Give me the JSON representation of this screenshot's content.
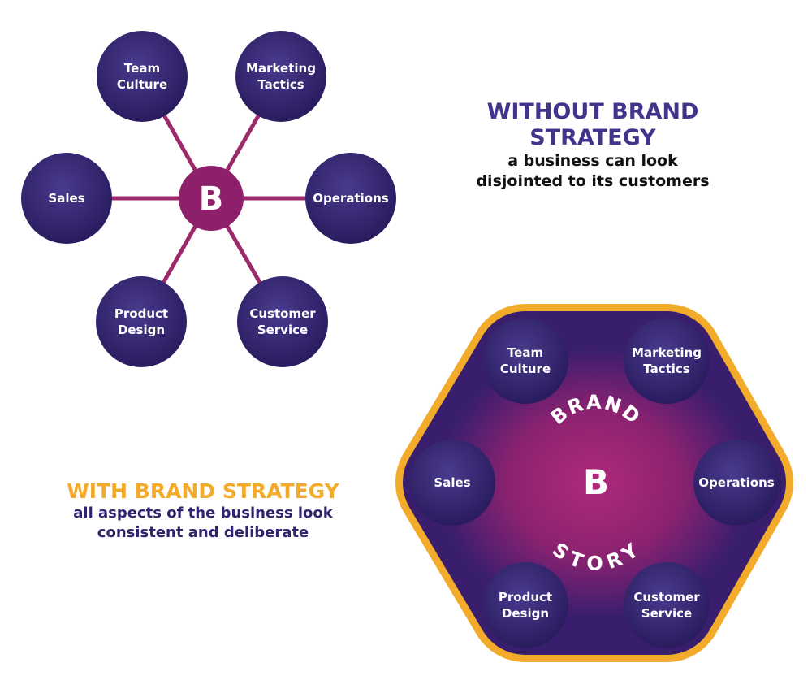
{
  "colors": {
    "node_fill": "#2e1f66",
    "node_highlight": "#5b4a9c",
    "connector": "#9b2a6d",
    "hub": "#8e1f6a",
    "frame_border": "#f3ab2c",
    "frame_inner": "#b02a7a",
    "frame_outer": "#3a1e6e",
    "title_without": "#43338a",
    "title_with": "#f3ab2c"
  },
  "hub_letter": "B",
  "without_diagram": {
    "nodes": [
      {
        "id": "team-culture",
        "lines": [
          "Team",
          "Culture"
        ]
      },
      {
        "id": "marketing-tactics",
        "lines": [
          "Marketing",
          "Tactics"
        ]
      },
      {
        "id": "sales",
        "lines": [
          "Sales"
        ]
      },
      {
        "id": "operations",
        "lines": [
          "Operations"
        ]
      },
      {
        "id": "product-design",
        "lines": [
          "Product",
          "Design"
        ]
      },
      {
        "id": "customer-service",
        "lines": [
          "Customer",
          "Service"
        ]
      }
    ]
  },
  "with_diagram": {
    "arc_top": "BRAND",
    "arc_bottom": "STORY",
    "nodes": [
      {
        "id": "team-culture",
        "lines": [
          "Team",
          "Culture"
        ]
      },
      {
        "id": "marketing-tactics",
        "lines": [
          "Marketing",
          "Tactics"
        ]
      },
      {
        "id": "sales",
        "lines": [
          "Sales"
        ]
      },
      {
        "id": "operations",
        "lines": [
          "Operations"
        ]
      },
      {
        "id": "product-design",
        "lines": [
          "Product",
          "Design"
        ]
      },
      {
        "id": "customer-service",
        "lines": [
          "Customer",
          "Service"
        ]
      }
    ]
  },
  "captions": {
    "without": {
      "title_line1": "WITHOUT BRAND",
      "title_line2": "STRATEGY",
      "sub_line1": "a business can look",
      "sub_line2": "disjointed to its customers"
    },
    "with": {
      "title": "WITH BRAND STRATEGY",
      "sub_line1": "all aspects of the business look",
      "sub_line2": "consistent and deliberate"
    }
  }
}
